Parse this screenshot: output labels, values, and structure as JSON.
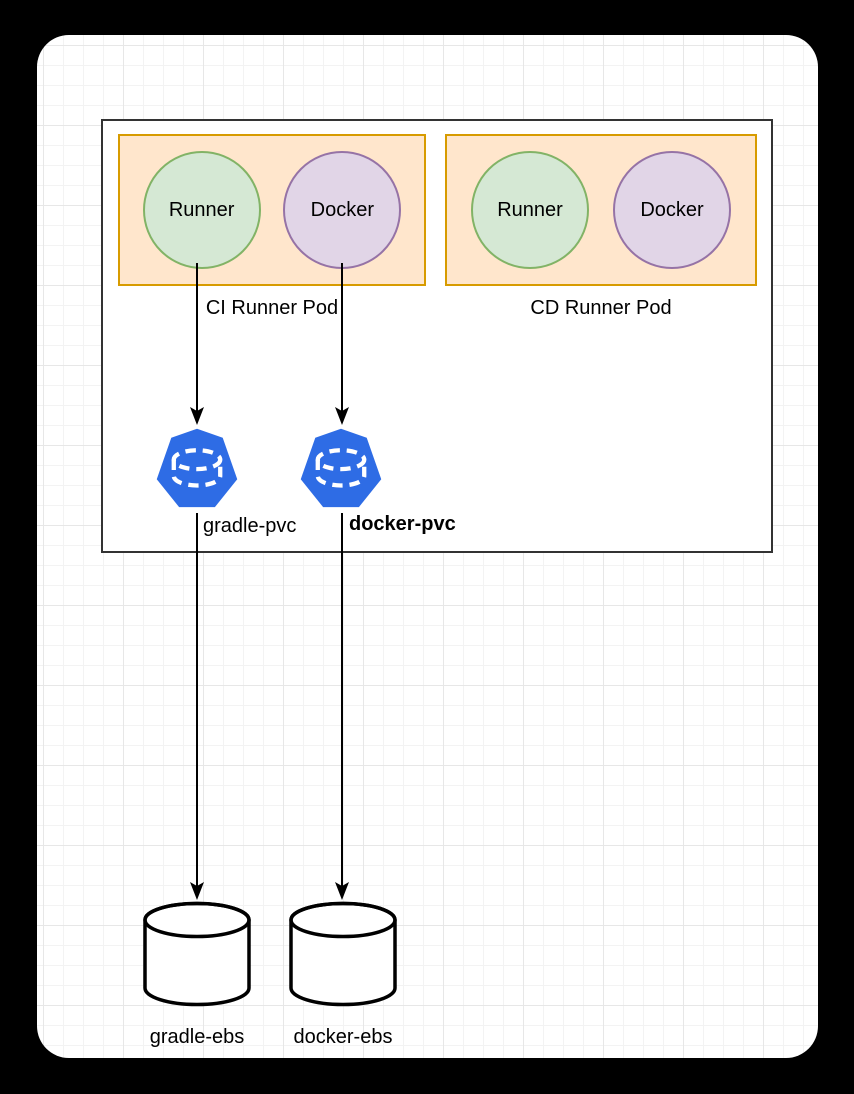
{
  "diagram": {
    "pods": [
      {
        "label": "CI Runner Pod",
        "containers": [
          {
            "label": "Runner"
          },
          {
            "label": "Docker"
          }
        ]
      },
      {
        "label": "CD Runner Pod",
        "containers": [
          {
            "label": "Runner"
          },
          {
            "label": "Docker"
          }
        ]
      }
    ],
    "pvcs": [
      {
        "label": "gradle-pvc"
      },
      {
        "label": "docker-pvc"
      }
    ],
    "volumes": [
      {
        "label": "gradle-ebs"
      },
      {
        "label": "docker-ebs"
      }
    ],
    "edges": [
      {
        "from": "CI Runner Pod / Runner",
        "to": "gradle-pvc"
      },
      {
        "from": "CI Runner Pod / Docker",
        "to": "docker-pvc"
      },
      {
        "from": "gradle-pvc",
        "to": "gradle-ebs"
      },
      {
        "from": "docker-pvc",
        "to": "docker-ebs"
      }
    ],
    "colors": {
      "page_background": "#000000",
      "canvas_background": "#ffffff",
      "cluster_stroke": "#333333",
      "pod_fill": "#ffe6cc",
      "pod_stroke": "#d79b00",
      "runner_fill": "#d5e8d4",
      "runner_stroke": "#82b366",
      "docker_fill": "#e1d5e7",
      "docker_stroke": "#9673a6",
      "pvc_blue": "#2E6CE5",
      "arrow": "#000000"
    }
  }
}
